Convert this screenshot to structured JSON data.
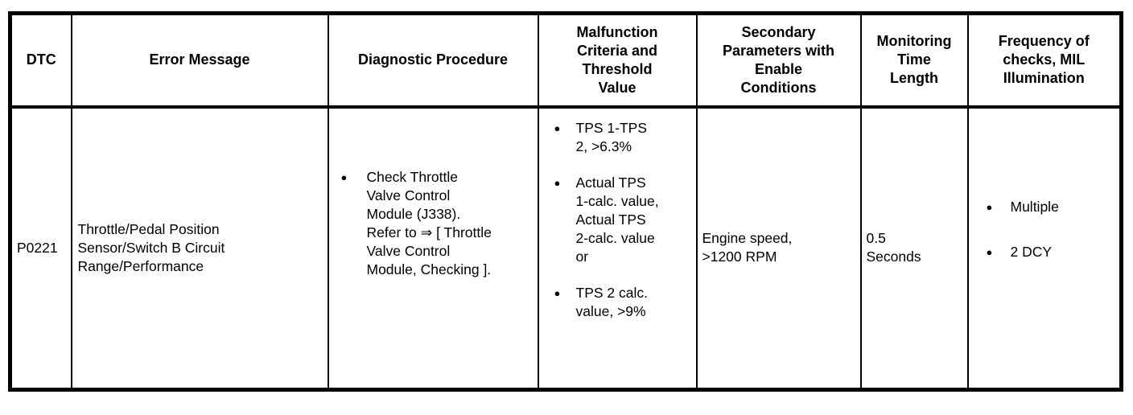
{
  "colors": {
    "background": "#ffffff",
    "border": "#000000",
    "text": "#000000"
  },
  "icons": {
    "bullet_glyph": "●"
  },
  "table": {
    "headers": [
      "DTC",
      "Error Message",
      "Diagnostic Procedure",
      "Malfunction\nCriteria and\nThreshold\nValue",
      "Secondary\nParameters with\nEnable\nConditions",
      "Monitoring\nTime\nLength",
      "Frequency of\nchecks, MIL\nIllumination"
    ],
    "row": {
      "dtc": "P0221",
      "error_message": "Throttle/Pedal Position\nSensor/Switch B Circuit\nRange/Performance",
      "diagnostic_procedure": [
        "Check Throttle\nValve Control\nModule (J338).\nRefer to ⇒ [ Throttle\nValve Control\nModule, Checking ]."
      ],
      "malfunction_criteria": [
        "TPS 1-TPS\n2, >6.3%",
        "Actual TPS\n1-calc. value,\nActual TPS\n2-calc. value\nor",
        "TPS 2 calc.\nvalue, >9%"
      ],
      "secondary_parameters": "Engine speed,\n>1200 RPM",
      "monitoring_time_length": "0.5\nSeconds",
      "frequency": [
        "Multiple",
        "2 DCY"
      ]
    }
  }
}
